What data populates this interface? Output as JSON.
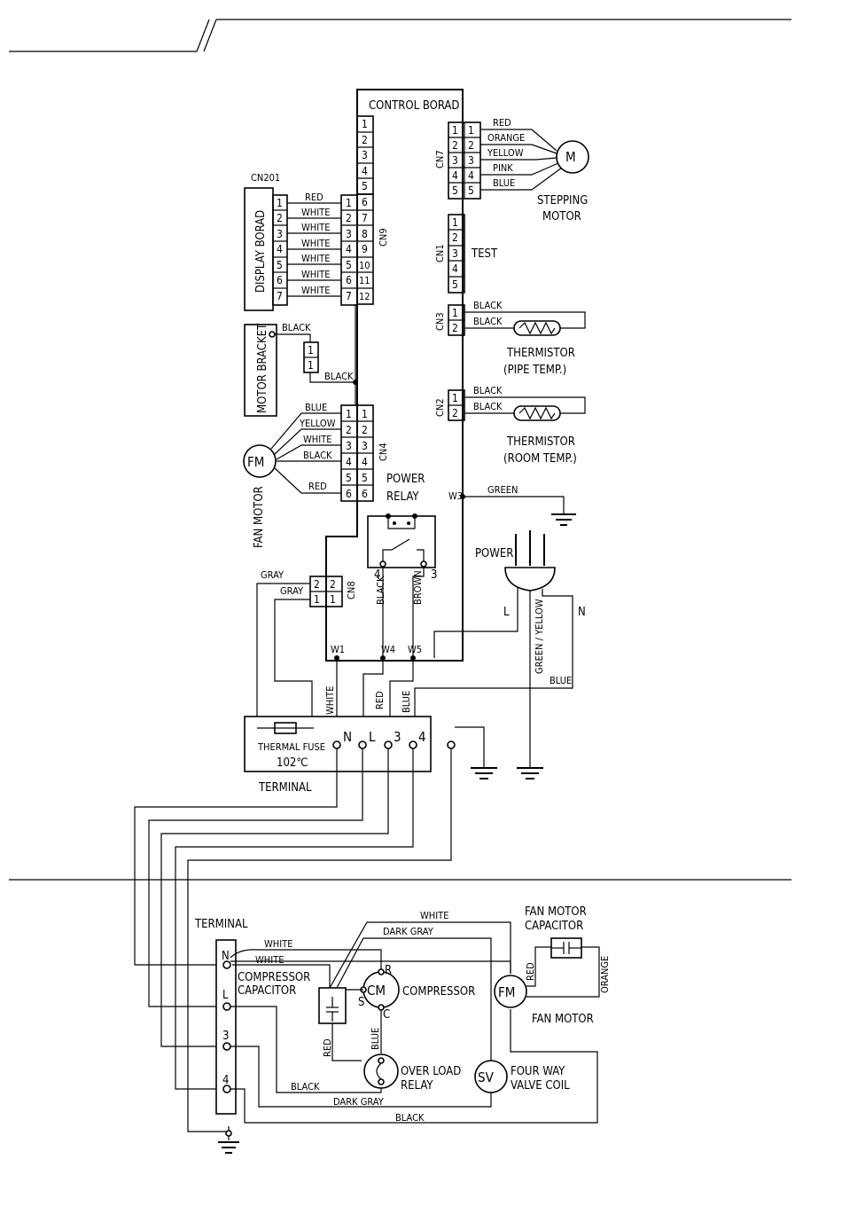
{
  "control_board": {
    "title": "CONTROL BORAD",
    "pins_left": [
      "1",
      "2",
      "3",
      "4",
      "5",
      "6",
      "7",
      "8",
      "9",
      "10",
      "11",
      "12"
    ],
    "cn9_label": "CN9",
    "cn7_label": "CN7",
    "cn1_label": "CN1",
    "cn3_label": "CN3",
    "cn2_label": "CN2",
    "cn4_label": "CN4",
    "cn8_label": "CN8",
    "w1": "W1",
    "w3": "W3",
    "w4": "W4",
    "w5": "W5"
  },
  "display_board": {
    "title": "DISPLAY BORAD",
    "connector": "CN201",
    "pins": [
      "1",
      "2",
      "3",
      "4",
      "5",
      "6",
      "7"
    ],
    "wires": [
      "RED",
      "WHITE",
      "WHITE",
      "WHITE",
      "WHITE",
      "WHITE",
      "WHITE"
    ]
  },
  "stepping_motor": {
    "pins": [
      "1",
      "2",
      "3",
      "4",
      "5"
    ],
    "wires": [
      "RED",
      "ORANGE",
      "YELLOW",
      "PINK",
      "BLUE"
    ],
    "symbol": "M",
    "label_line1": "STEPPING",
    "label_line2": "MOTOR"
  },
  "test_connector": {
    "pins": [
      "1",
      "2",
      "3",
      "4",
      "5"
    ],
    "label": "TEST"
  },
  "thermistor_pipe": {
    "wires": [
      "BLACK",
      "BLACK"
    ],
    "pins": [
      "1",
      "2"
    ],
    "label_line1": "THERMISTOR",
    "label_line2": "(PIPE TEMP.)"
  },
  "thermistor_room": {
    "wires": [
      "BLACK",
      "BLACK"
    ],
    "pins": [
      "1",
      "2"
    ],
    "label_line1": "THERMISTOR",
    "label_line2": "(ROOM TEMP.)"
  },
  "motor_bracket": {
    "title": "MOTOR BRACKET",
    "wire_top": "BLACK",
    "wire_bottom": "BLACK",
    "pins": [
      "1",
      "1"
    ]
  },
  "fan_motor_indoor": {
    "symbol": "FM",
    "label": "FAN MOTOR",
    "pins": [
      "1",
      "2",
      "3",
      "4",
      "5",
      "6"
    ],
    "wires": [
      "BLUE",
      "YELLOW",
      "WHITE",
      "BLACK",
      "RED"
    ]
  },
  "power_relay": {
    "label_line1": "POWER",
    "label_line2": "RELAY",
    "pin4": "4",
    "pin3": "3",
    "wire_left": "BLACK",
    "wire_right": "BROWN"
  },
  "power_plug": {
    "label": "POWER",
    "l": "L",
    "n": "N",
    "ground_wire": "GREEN / YELLOW",
    "n_wire": "BLUE"
  },
  "green_wire": "GREEN",
  "cn8": {
    "pins": [
      "2",
      "1"
    ],
    "wires": [
      "GRAY",
      "GRAY"
    ]
  },
  "terminal_indoor": {
    "label": "TERMINAL",
    "fuse_label": "THERMAL FUSE",
    "fuse_temp": "102℃",
    "terms": [
      "N",
      "L",
      "3",
      "4"
    ],
    "wire_labels": [
      "WHITE",
      "RED",
      "BLUE"
    ]
  },
  "outdoor": {
    "terminal_label": "TERMINAL",
    "terms": [
      "N",
      "L",
      "3",
      "4"
    ],
    "compressor_capacitor_line1": "COMPRESSOR",
    "compressor_capacitor_line2": "CAPACITOR",
    "compressor_symbol": "CM",
    "compressor_label": "COMPRESSOR",
    "pin_r": "R",
    "pin_s": "S",
    "pin_c": "C",
    "overload_line1": "OVER LOAD",
    "overload_line2": "RELAY",
    "valve_symbol": "SV",
    "valve_line1": "FOUR WAY",
    "valve_line2": "VALVE COIL",
    "fan_cap_line1": "FAN MOTOR",
    "fan_cap_line2": "CAPACITOR",
    "fan_symbol": "FM",
    "fan_label": "FAN MOTOR",
    "wires": {
      "white_top": "WHITE",
      "dark_gray_top": "DARK GRAY",
      "white_n1": "WHITE",
      "white_n2": "WHITE",
      "red_cap": "RED",
      "blue_c": "BLUE",
      "black_low": "BLACK",
      "dark_gray_low": "DARK GRAY",
      "black_bottom": "BLACK",
      "fan_red": "RED",
      "fan_orange": "ORANGE"
    }
  }
}
